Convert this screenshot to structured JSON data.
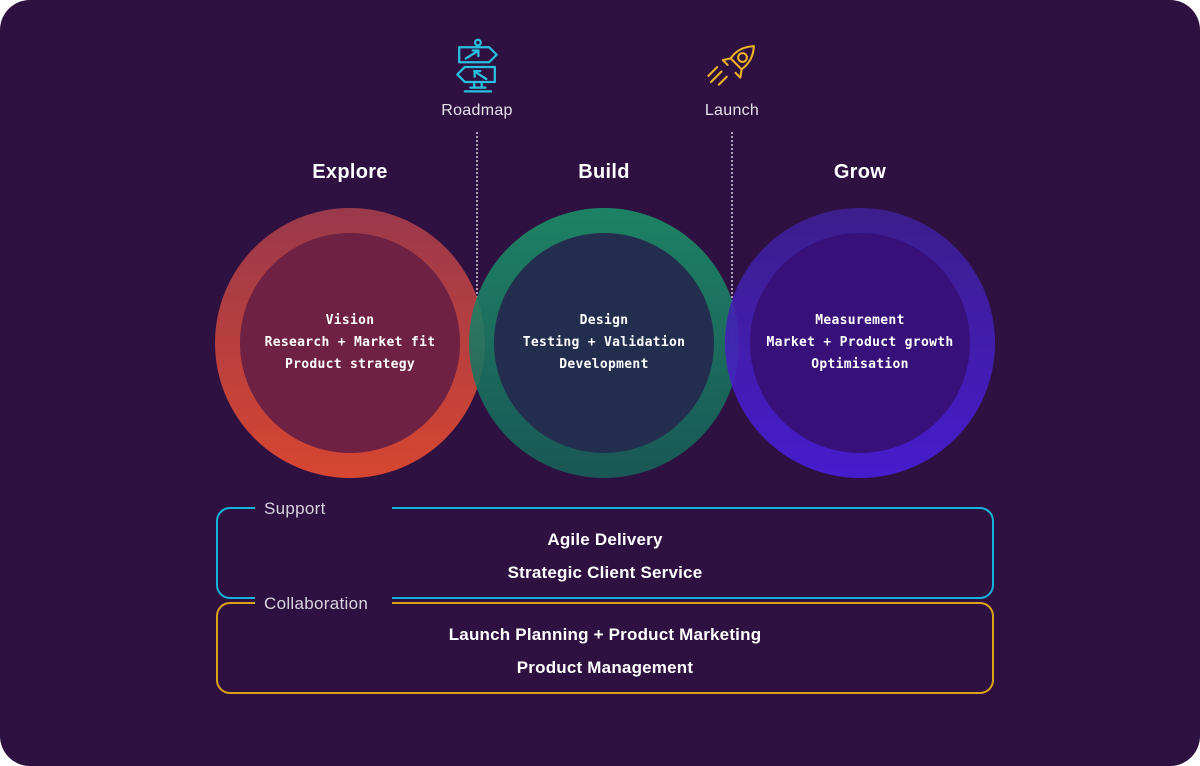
{
  "card": {
    "background": "#2e1140",
    "page_background": "#ffffff"
  },
  "markers": [
    {
      "label": "Roadmap",
      "icon": "signpost-icon",
      "color": "#29c0df"
    },
    {
      "label": "Launch",
      "icon": "rocket-icon",
      "color": "#ecb322"
    }
  ],
  "stages": [
    {
      "heading": "Explore",
      "items": [
        "Vision",
        "Research + Market fit",
        "Product strategy"
      ],
      "ring_top": "#a83e4d",
      "ring_bottom": "#ee4d2f",
      "fill": "#6e2142"
    },
    {
      "heading": "Build",
      "items": [
        "Design",
        "Testing + Validation",
        "Development"
      ],
      "ring_top": "#1b9168",
      "ring_bottom": "#17605a",
      "fill": "#232e4f"
    },
    {
      "heading": "Grow",
      "items": [
        "Measurement",
        "Market + Product growth",
        "Optimisation"
      ],
      "ring_top": "#3e2096",
      "ring_bottom": "#4a1de0",
      "fill": "#37107a"
    }
  ],
  "bands": [
    {
      "label": "Support",
      "border_color": "#14b4da",
      "items": [
        "Agile Delivery",
        "Strategic Client Service"
      ]
    },
    {
      "label": "Collaboration",
      "border_color": "#dca414",
      "items": [
        "Launch Planning + Product Marketing",
        "Product Management"
      ]
    }
  ]
}
